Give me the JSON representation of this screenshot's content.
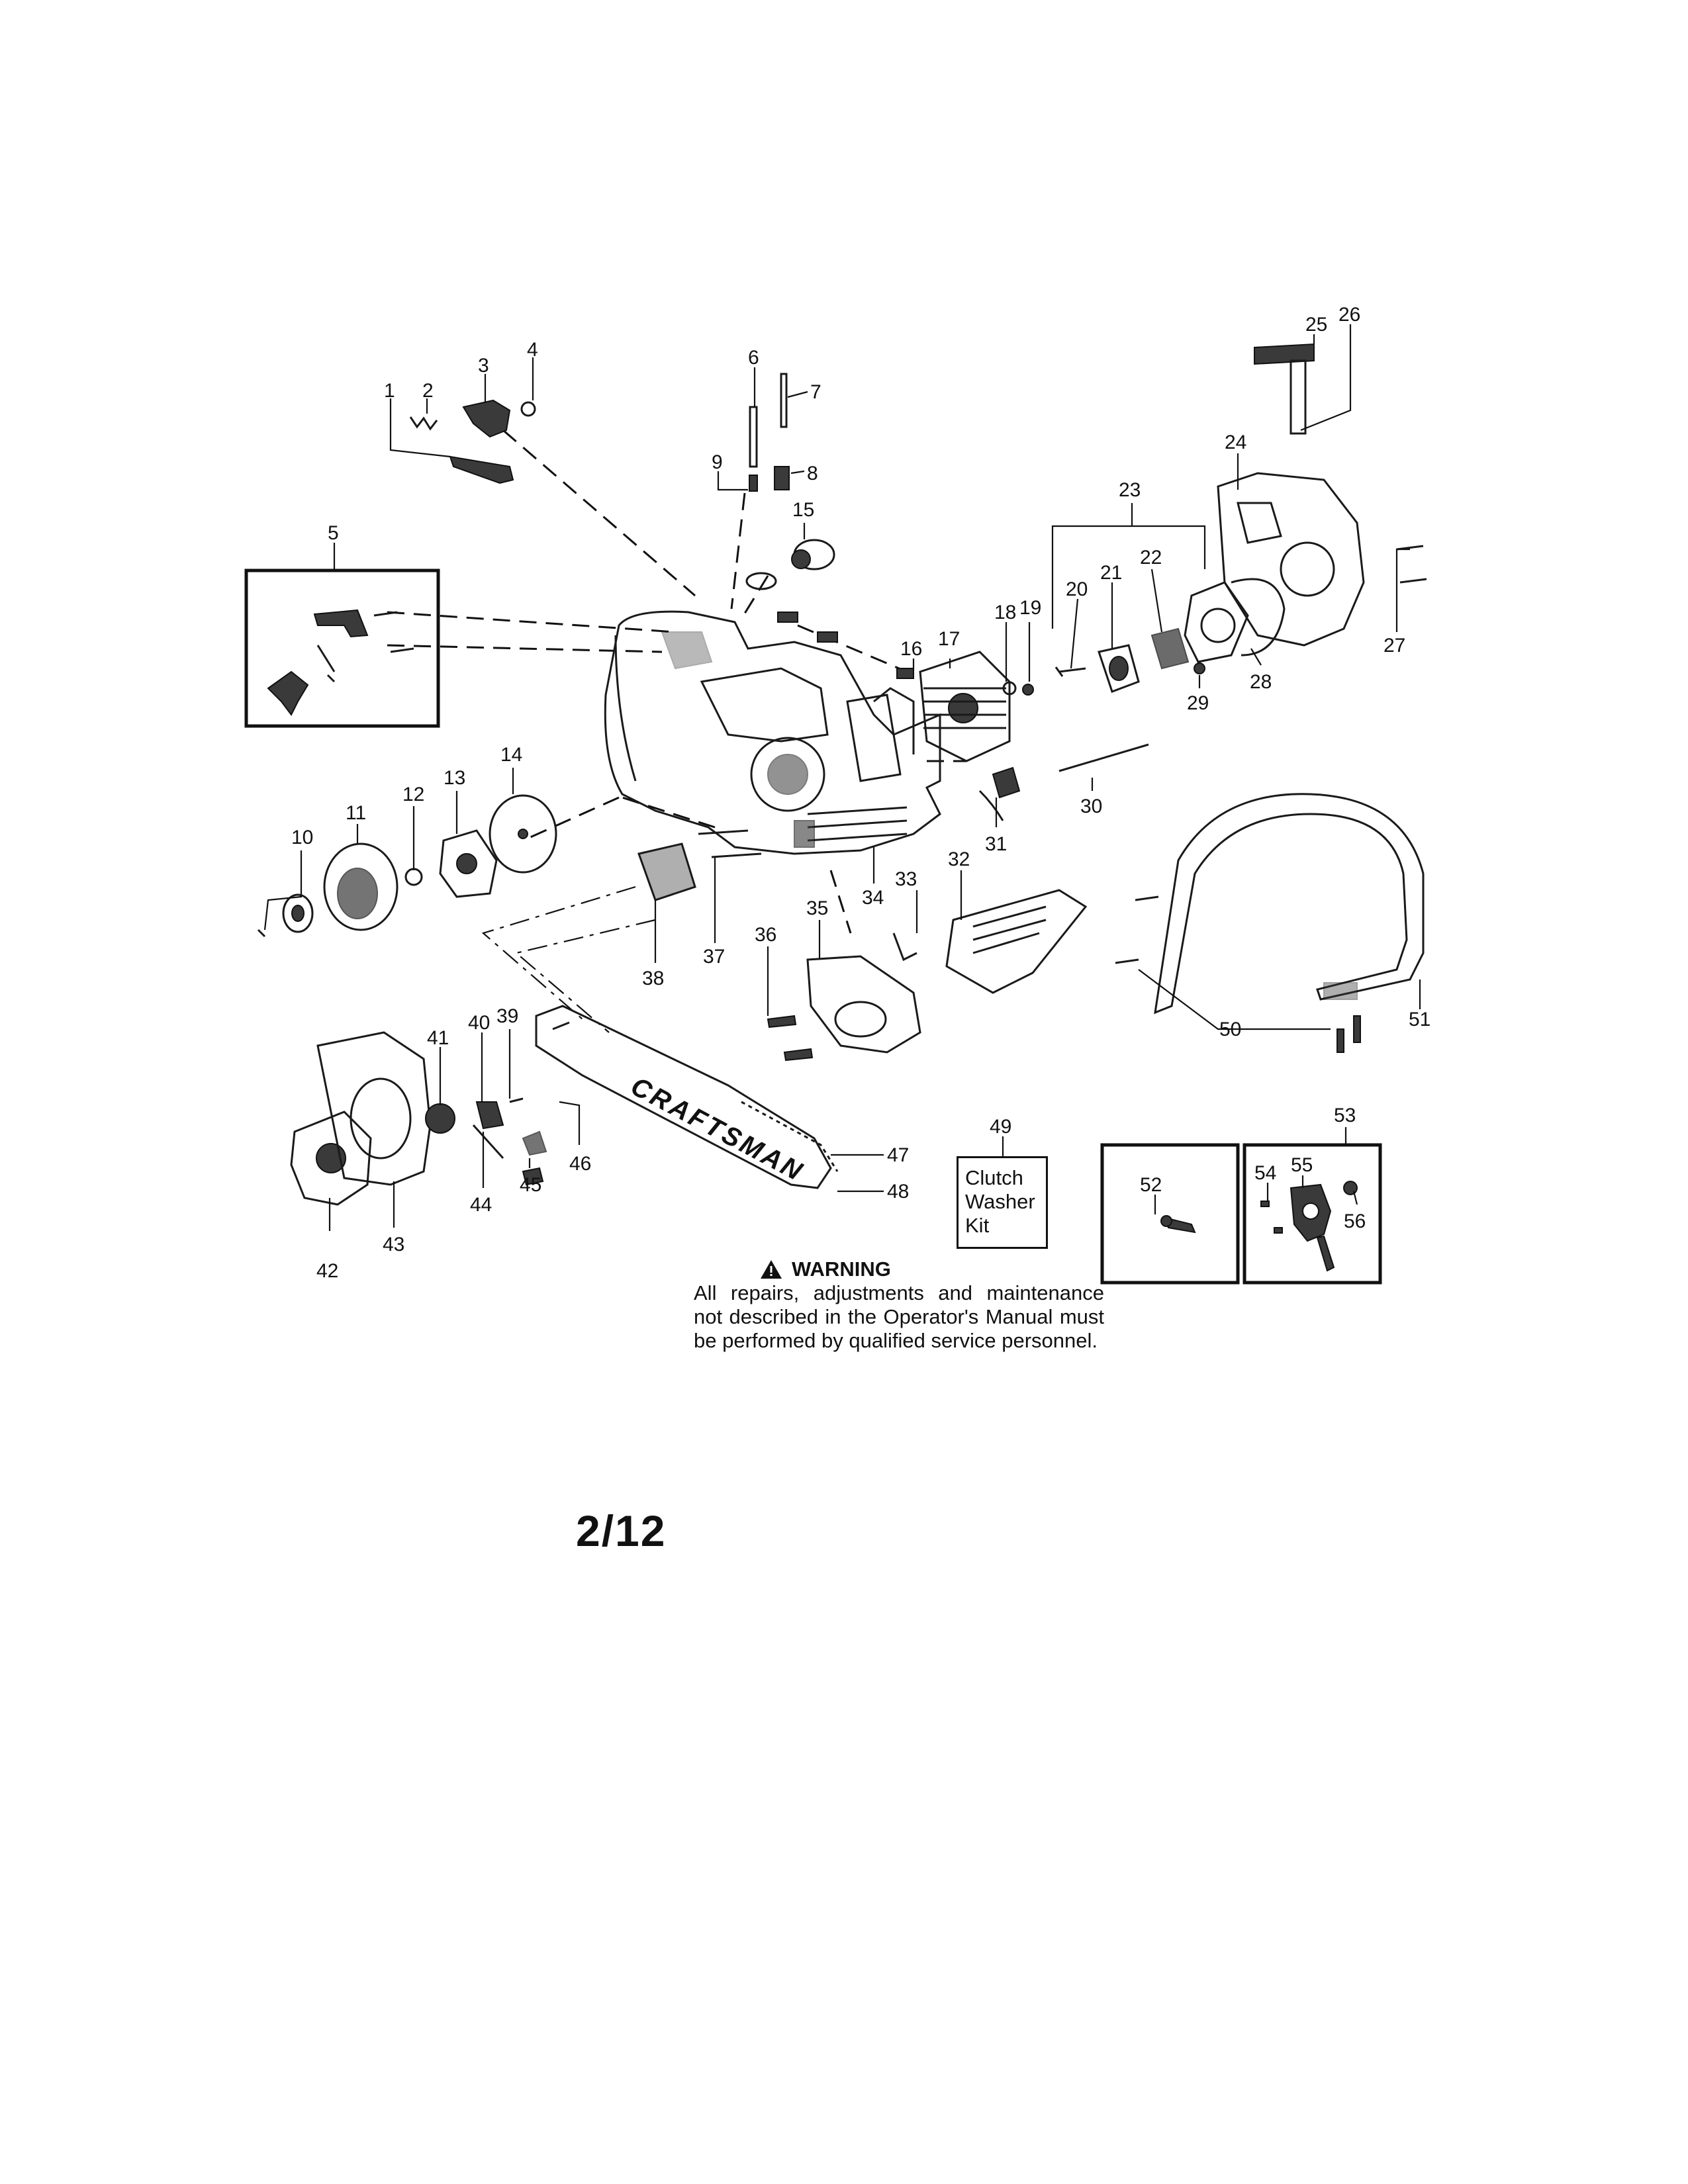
{
  "callouts": [
    "1",
    "2",
    "3",
    "4",
    "5",
    "6",
    "7",
    "8",
    "9",
    "10",
    "11",
    "12",
    "13",
    "14",
    "15",
    "16",
    "17",
    "18",
    "19",
    "20",
    "21",
    "22",
    "23",
    "24",
    "25",
    "26",
    "27",
    "28",
    "29",
    "30",
    "31",
    "32",
    "33",
    "34",
    "35",
    "36",
    "37",
    "38",
    "39",
    "40",
    "41",
    "42",
    "43",
    "44",
    "45",
    "46",
    "47",
    "48",
    "49",
    "50",
    "51",
    "52",
    "53",
    "54",
    "55",
    "56"
  ],
  "kit_box": {
    "line1": "Clutch",
    "line2": "Washer",
    "line3": "Kit"
  },
  "warning": {
    "heading": "WARNING",
    "body": "All repairs, adjustments and maintenance not described in the Operator's Manual must be performed by qualified service personnel."
  },
  "bar_brand": "CRAFTSMAN",
  "page_number": "2/12"
}
